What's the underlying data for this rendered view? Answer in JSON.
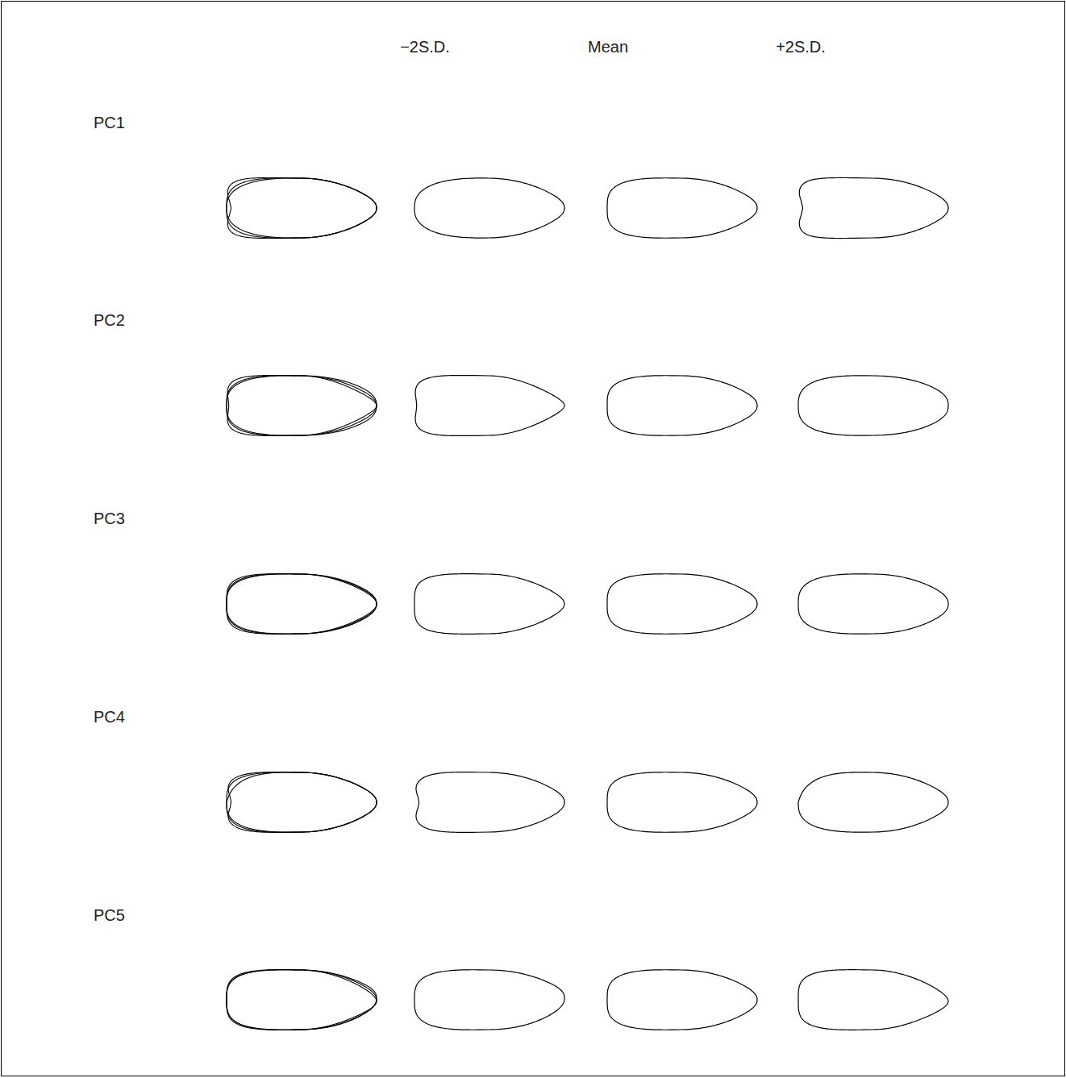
{
  "diagram": {
    "labels": [
      "−2S.D.",
      "Mean",
      "+2S.D.",
      "PC1",
      "PC2",
      "PC3",
      "PC4",
      "PC5"
    ]
  }
}
